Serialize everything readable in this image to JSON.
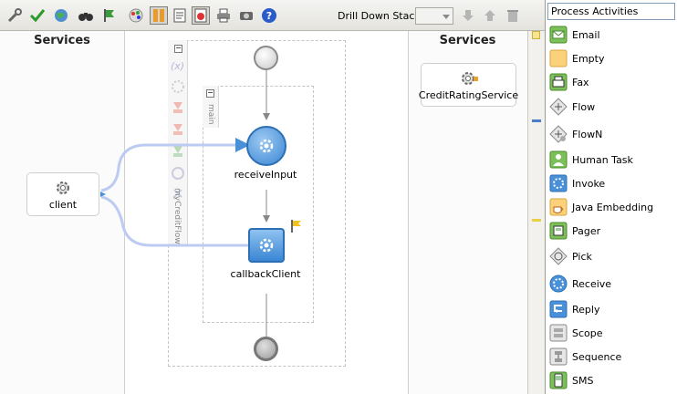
{
  "toolbar": {
    "drill_label": "Drill Down Stack:",
    "buttons": [
      "validate-icon",
      "check-icon",
      "globe-icon",
      "binoculars-icon",
      "flag-icon",
      "palette-icon",
      "view-toggle-icon",
      "document-icon",
      "stop-icon",
      "print-icon",
      "camera-icon",
      "help-icon"
    ],
    "help_glyph": "?"
  },
  "canvas": {
    "services_left_title": "Services",
    "services_right_title": "Services",
    "client_label": "client",
    "credit_service_label": "CreditRatingService",
    "process_name": "myCreditFlow",
    "scope_name": "main",
    "receive_label": "receiveInput",
    "callback_label": "callbackClient",
    "variables_glyph": "(x)",
    "collapse_glyph": "−"
  },
  "palette": {
    "header": "Process Activities",
    "items": [
      {
        "label": "Email",
        "icon": "email-icon"
      },
      {
        "label": "Empty",
        "icon": "empty-icon"
      },
      {
        "label": "Fax",
        "icon": "fax-icon"
      },
      {
        "label": "Flow",
        "icon": "flow-icon"
      },
      {
        "label": "FlowN",
        "icon": "flown-icon"
      },
      {
        "label": "Human Task",
        "icon": "human-task-icon"
      },
      {
        "label": "Invoke",
        "icon": "invoke-icon"
      },
      {
        "label": "Java Embedding",
        "icon": "java-icon"
      },
      {
        "label": "Pager",
        "icon": "pager-icon"
      },
      {
        "label": "Pick",
        "icon": "pick-icon"
      },
      {
        "label": "Receive",
        "icon": "receive-icon"
      },
      {
        "label": "Reply",
        "icon": "reply-icon"
      },
      {
        "label": "Scope",
        "icon": "scope-icon"
      },
      {
        "label": "Sequence",
        "icon": "sequence-icon"
      },
      {
        "label": "SMS",
        "icon": "sms-icon"
      }
    ]
  },
  "colors": {
    "activity_blue": "#4a90d9",
    "connector": "#b9c8f0",
    "green_icon": "#6fae3c"
  }
}
